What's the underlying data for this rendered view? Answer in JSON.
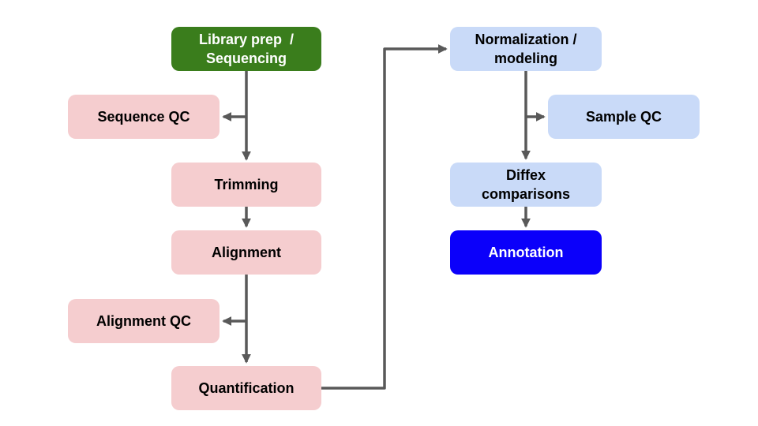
{
  "diagram": {
    "type": "flowchart",
    "colors": {
      "background": "#ffffff",
      "green": "#3a7d1c",
      "pink": "#f5cdcf",
      "light_blue": "#c9daf8",
      "blue": "#0b00fa",
      "line": "#595959",
      "dark_text": "#000000",
      "light_text": "#ffffff"
    },
    "nodes": {
      "library_prep": {
        "label": "Library prep  /\nSequencing",
        "fill": "#3a7d1c",
        "text_color": "#ffffff"
      },
      "sequence_qc": {
        "label": "Sequence QC",
        "fill": "#f5cdcf",
        "text_color": "#000000"
      },
      "trimming": {
        "label": "Trimming",
        "fill": "#f5cdcf",
        "text_color": "#000000"
      },
      "alignment": {
        "label": "Alignment",
        "fill": "#f5cdcf",
        "text_color": "#000000"
      },
      "alignment_qc": {
        "label": "Alignment QC",
        "fill": "#f5cdcf",
        "text_color": "#000000"
      },
      "quantification": {
        "label": "Quantification",
        "fill": "#f5cdcf",
        "text_color": "#000000"
      },
      "normalization": {
        "label": "Normalization /\nmodeling",
        "fill": "#c9daf8",
        "text_color": "#000000"
      },
      "sample_qc": {
        "label": "Sample QC",
        "fill": "#c9daf8",
        "text_color": "#000000"
      },
      "diffex_comparisons": {
        "label": "Diffex\ncomparisons",
        "fill": "#c9daf8",
        "text_color": "#000000"
      },
      "annotation": {
        "label": "Annotation",
        "fill": "#0b00fa",
        "text_color": "#ffffff"
      }
    },
    "edges": [
      {
        "from": "library_prep",
        "to": "sequence_qc"
      },
      {
        "from": "library_prep",
        "to": "trimming"
      },
      {
        "from": "trimming",
        "to": "alignment"
      },
      {
        "from": "alignment",
        "to": "alignment_qc"
      },
      {
        "from": "alignment",
        "to": "quantification"
      },
      {
        "from": "quantification",
        "to": "normalization"
      },
      {
        "from": "normalization",
        "to": "sample_qc"
      },
      {
        "from": "normalization",
        "to": "diffex_comparisons"
      },
      {
        "from": "diffex_comparisons",
        "to": "annotation"
      }
    ]
  }
}
